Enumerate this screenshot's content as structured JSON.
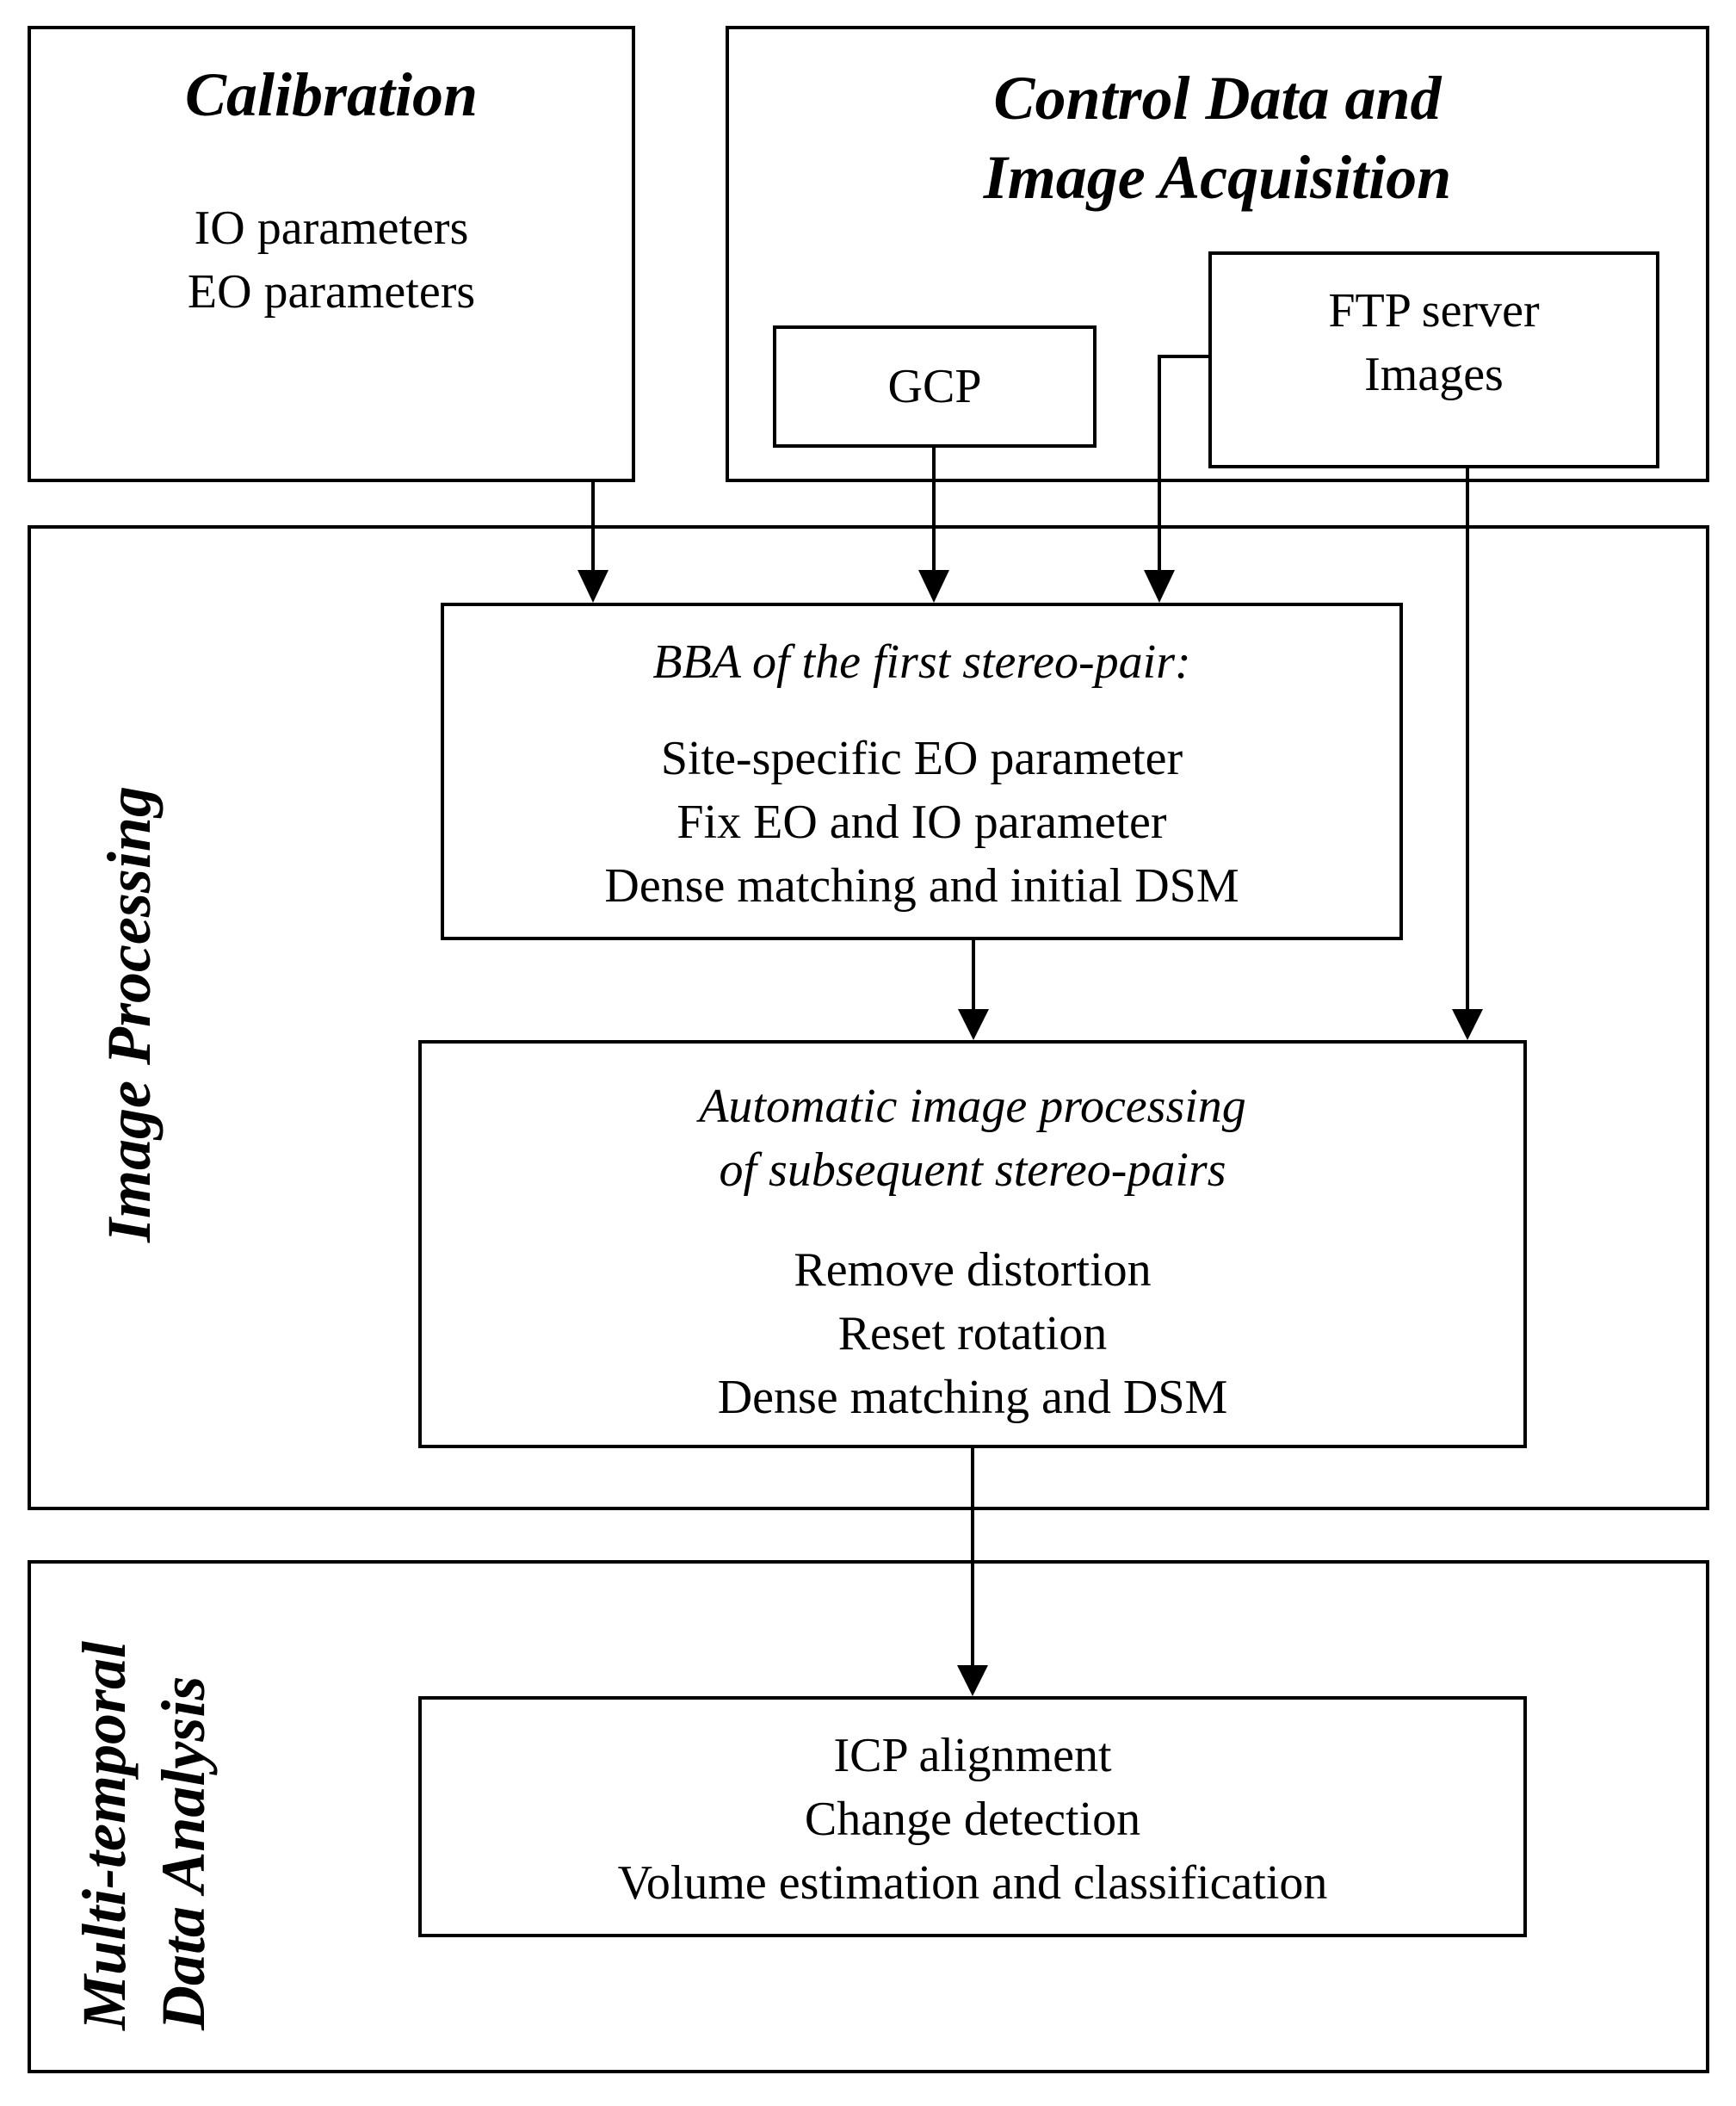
{
  "calibration": {
    "title": "Calibration",
    "lines": [
      "IO parameters",
      "EO parameters"
    ]
  },
  "control": {
    "title_lines": [
      "Control Data and",
      "Image Acquisition"
    ],
    "gcp": "GCP",
    "ftp_lines": [
      "FTP server",
      "Images"
    ]
  },
  "image_processing": {
    "label": "Image Processing",
    "bba": {
      "title": "BBA of the first stereo-pair:",
      "lines": [
        "Site-specific EO parameter",
        "Fix EO and IO parameter",
        "Dense matching and initial DSM"
      ]
    },
    "auto": {
      "title_lines": [
        "Automatic image processing",
        "of subsequent stereo-pairs"
      ],
      "lines": [
        "Remove distortion",
        "Reset rotation",
        "Dense matching and DSM"
      ]
    }
  },
  "analysis": {
    "label_lines": [
      "Multi-temporal",
      "Data Analysis"
    ],
    "lines": [
      "ICP alignment",
      "Change detection",
      "Volume estimation and classification"
    ]
  }
}
